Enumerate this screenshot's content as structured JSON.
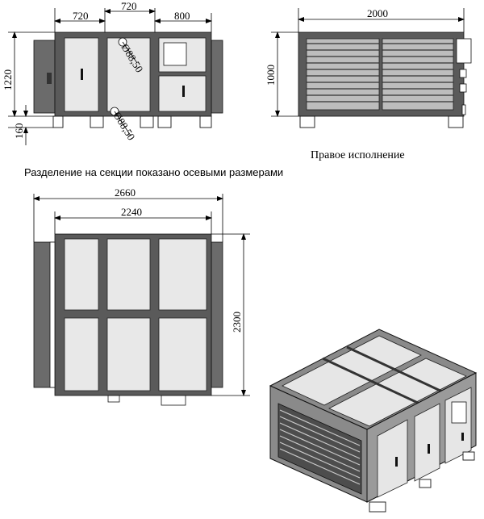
{
  "front_view": {
    "dim_section1": "720",
    "dim_section2": "720",
    "dim_section3": "800",
    "dim_height": "1220",
    "dim_foot": "160",
    "diameter_upper": "Ø88,50",
    "diameter_lower": "Ø88,50"
  },
  "side_view": {
    "dim_width": "2000",
    "dim_height": "1000",
    "caption": "Правое исполнение"
  },
  "caption_sections": "Разделение на секции показано осевыми размерами",
  "top_view": {
    "dim_overall": "2660",
    "dim_body": "2240",
    "dim_depth": "2300"
  }
}
